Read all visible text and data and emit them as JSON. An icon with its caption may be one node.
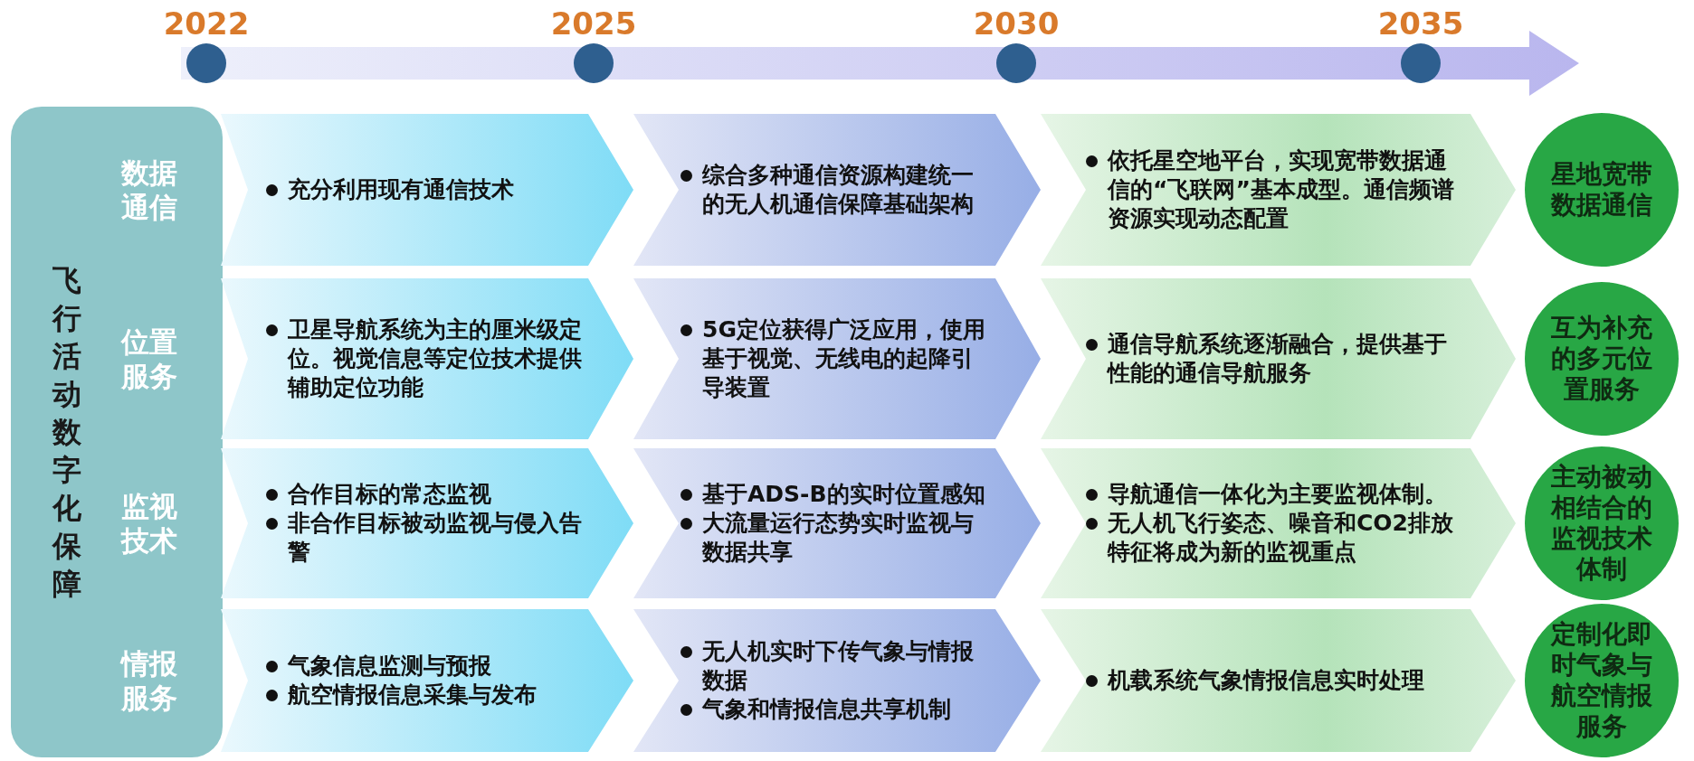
{
  "diagram": {
    "nodes": [
      {
        "text": [
          "飞行活动数字化保障"
        ]
      },
      {
        "text": [
          "充分利用现有通信技术"
        ]
      },
      {
        "text": [
          "综合多种通信资源构建统一的无人机通信保障基础架构"
        ]
      },
      {
        "text": [
          "依托星空地平台，实现宽带数据通信的“飞联网”基本成型。通信频谱资源实现动态配置"
        ]
      },
      {
        "text": [
          "星地宽带数据通信"
        ]
      },
      {
        "text": [
          "卫星导航系统为主的厘米级定位。视觉信息等定位技术提供辅助定位功能"
        ]
      },
      {
        "text": [
          "5G定位获得广泛应用，使用基于视觉、无线电的起降引导装置"
        ]
      },
      {
        "text": [
          "通信导航系统逐渐融合，提供基于性能的通信导航服务"
        ]
      },
      {
        "text": [
          "互为补充的多元位置服务"
        ]
      },
      {
        "text": [
          "合作目标的常态监视",
          "非合作目标被动监视与侵入告警"
        ]
      },
      {
        "text": [
          "基于ADS-B的实时位置感知",
          "大流量运行态势实时监视与数据共享"
        ]
      },
      {
        "text": [
          "导航通信一体化为主要监视体制。",
          "无人机飞行姿态、噪音和CO2排放特征将成为新的监视重点"
        ]
      },
      {
        "text": [
          "主动被动相结合的监视技术体制"
        ]
      },
      {
        "text": [
          "气象信息监测与预报",
          "航空情报信息采集与发布"
        ]
      },
      {
        "text": [
          "无人机实时下传气象与情报数据",
          "气象和情报信息共享机制"
        ]
      },
      {
        "text": [
          "机载系统气象情报信息实时处理"
        ]
      },
      {
        "text": [
          "定制化即时气象与航空情报服务"
        ]
      }
    ],
    "labels": [
      "2022",
      "2025",
      "2030",
      "2035",
      "数据通信",
      "位置服务",
      "监视技术",
      "情报服务"
    ]
  }
}
